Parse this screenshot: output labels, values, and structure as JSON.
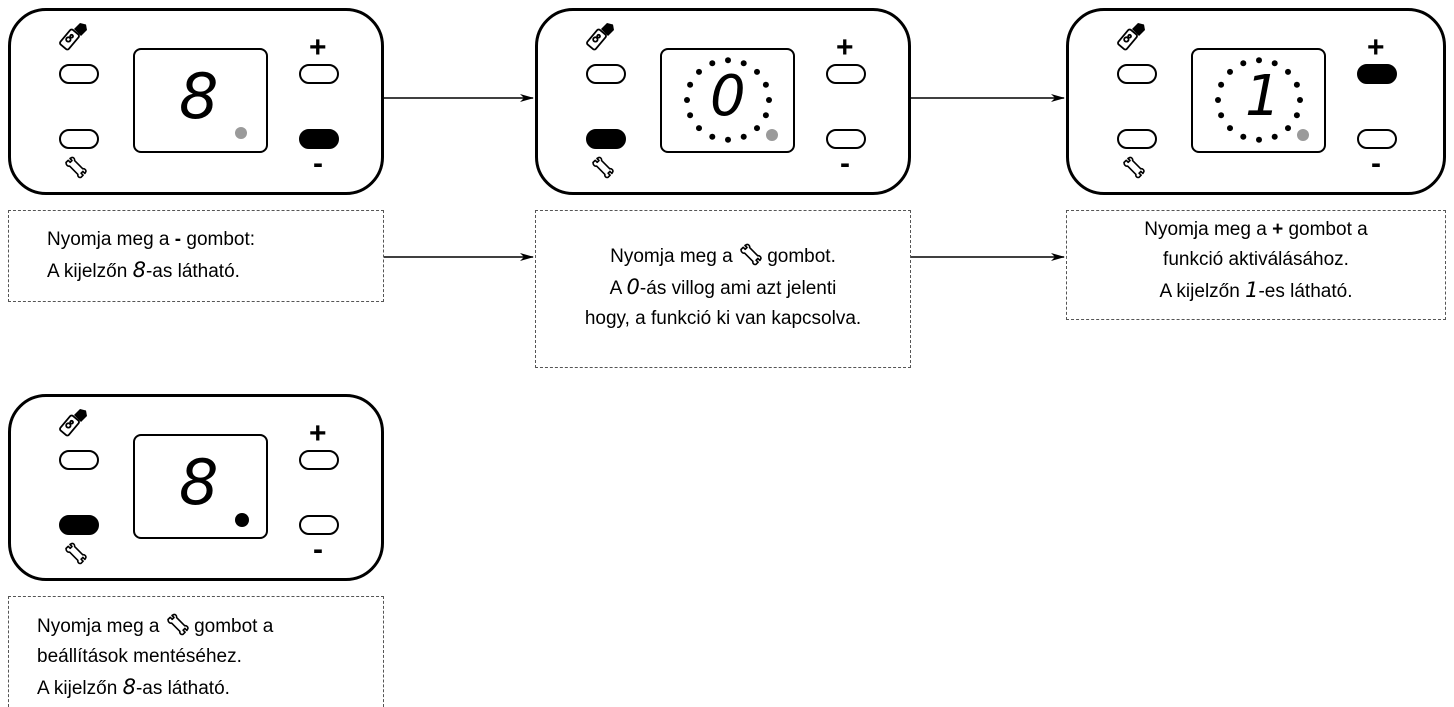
{
  "symbols": {
    "plus": "+",
    "minus": "-",
    "top_left_icon": "appliance-icon",
    "bottom_left_icon": "wrench-icon"
  },
  "panels": [
    {
      "display": "8",
      "dot": "gray",
      "pressed": "minus",
      "blink": false
    },
    {
      "display": "0",
      "dot": "gray",
      "pressed": "wrench",
      "blink": true
    },
    {
      "display": "1",
      "dot": "gray",
      "pressed": "plus",
      "blink": true
    },
    {
      "display": "8",
      "dot": "black",
      "pressed": "wrench",
      "blink": false
    }
  ],
  "steps": {
    "step1": {
      "line1_a": "Nyomja meg a",
      "line1_b": "-",
      "line1_c": "gombot:",
      "line2_a": "A kijelzőn",
      "line2_digit": "8",
      "line2_b": "-as látható."
    },
    "step2": {
      "line1_a": "Nyomja meg a",
      "line1_b": "gombot.",
      "line2_a": "A",
      "line2_digit": "0",
      "line2_b": "-ás villog ami azt jelenti",
      "line3": "hogy, a funkció ki van kapcsolva."
    },
    "step3": {
      "line1_a": "Nyomja meg a",
      "line1_b": "+",
      "line1_c": "gombot a",
      "line2": "funkció aktiválásához.",
      "line3_a": "A kijelzőn",
      "line3_digit": "1",
      "line3_b": "-es látható."
    },
    "step4": {
      "line1_a": "Nyomja meg a",
      "line1_b": "gombot a",
      "line2": "beállítások mentéséhez.",
      "line3_a": "A kijelzőn",
      "line3_digit": "8",
      "line3_b": "-as látható."
    }
  },
  "colors": {
    "ink": "#000000",
    "led_dot_gray": "#9a9a9a",
    "caption_border": "#555555"
  }
}
